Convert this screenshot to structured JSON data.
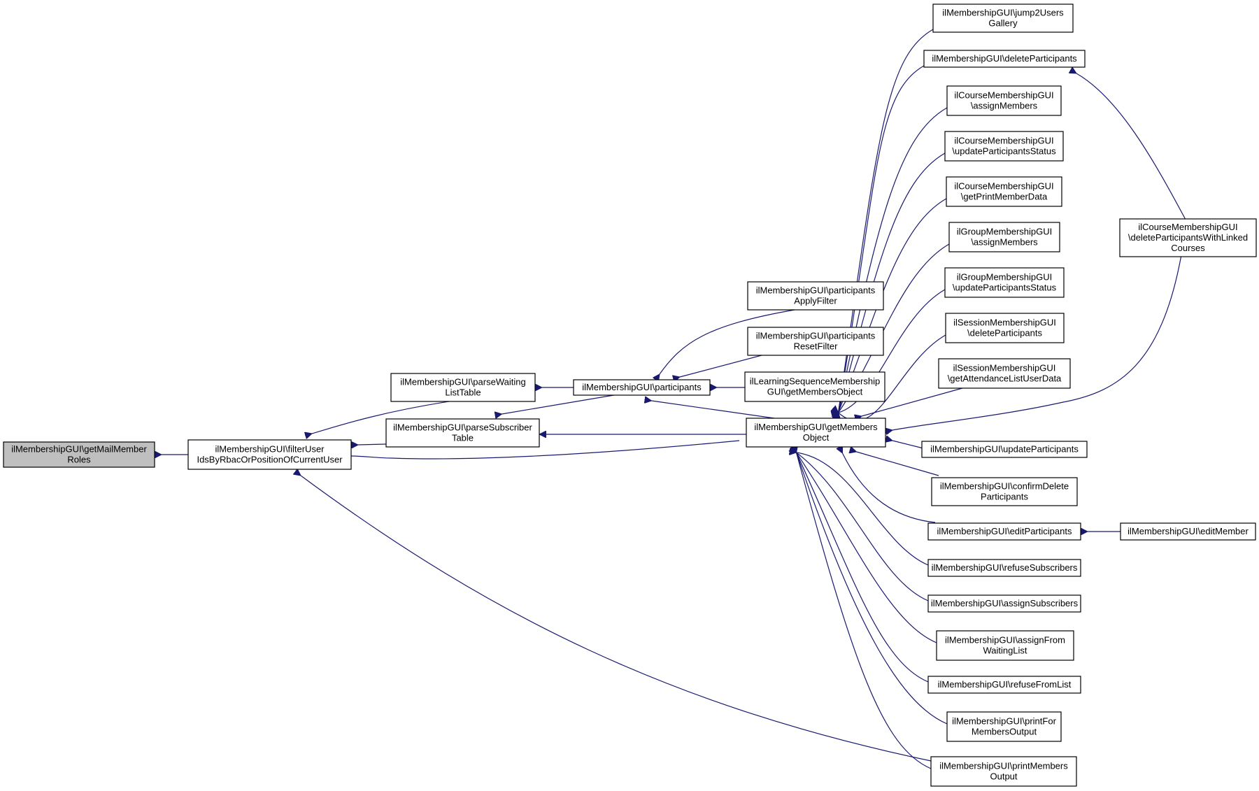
{
  "colors": {
    "edge": "#191970",
    "root_fill": "#bfbfbf",
    "node_fill": "#ffffff",
    "border": "#000000"
  },
  "nodes": [
    {
      "id": "getMailMemberRoles",
      "lines": [
        "ilMembershipGUI\\getMailMember",
        "Roles"
      ],
      "root": true
    },
    {
      "id": "filterUser",
      "lines": [
        "ilMembershipGUI\\filterUser",
        "IdsByRbacOrPositionOfCurrentUser"
      ]
    },
    {
      "id": "parseWaiting",
      "lines": [
        "ilMembershipGUI\\parseWaiting",
        "ListTable"
      ]
    },
    {
      "id": "parseSubscriber",
      "lines": [
        "ilMembershipGUI\\parseSubscriber",
        "Table"
      ]
    },
    {
      "id": "participants",
      "lines": [
        "ilMembershipGUI\\participants"
      ]
    },
    {
      "id": "applyFilter",
      "lines": [
        "ilMembershipGUI\\participants",
        "ApplyFilter"
      ]
    },
    {
      "id": "resetFilter",
      "lines": [
        "ilMembershipGUI\\participants",
        "ResetFilter"
      ]
    },
    {
      "id": "lsGetMembers",
      "lines": [
        "ilLearningSequenceMembership",
        "GUI\\getMembersObject"
      ]
    },
    {
      "id": "getMembersObject",
      "lines": [
        "ilMembershipGUI\\getMembers",
        "Object"
      ]
    },
    {
      "id": "jump2Users",
      "lines": [
        "ilMembershipGUI\\jump2Users",
        "Gallery"
      ]
    },
    {
      "id": "deleteParticipants",
      "lines": [
        "ilMembershipGUI\\deleteParticipants"
      ]
    },
    {
      "id": "crsAssign",
      "lines": [
        "ilCourseMembershipGUI",
        "\\assignMembers"
      ]
    },
    {
      "id": "crsUpdateStatus",
      "lines": [
        "ilCourseMembershipGUI",
        "\\updateParticipantsStatus"
      ]
    },
    {
      "id": "crsPrint",
      "lines": [
        "ilCourseMembershipGUI",
        "\\getPrintMemberData"
      ]
    },
    {
      "id": "grpAssign",
      "lines": [
        "ilGroupMembershipGUI",
        "\\assignMembers"
      ]
    },
    {
      "id": "grpUpdateStatus",
      "lines": [
        "ilGroupMembershipGUI",
        "\\updateParticipantsStatus"
      ]
    },
    {
      "id": "sessDelete",
      "lines": [
        "ilSessionMembershipGUI",
        "\\deleteParticipants"
      ]
    },
    {
      "id": "sessAttendance",
      "lines": [
        "ilSessionMembershipGUI",
        "\\getAttendanceListUserData"
      ]
    },
    {
      "id": "crsDeleteLinked",
      "lines": [
        "ilCourseMembershipGUI",
        "\\deleteParticipantsWithLinked",
        "Courses"
      ]
    },
    {
      "id": "updateParticipants",
      "lines": [
        "ilMembershipGUI\\updateParticipants"
      ]
    },
    {
      "id": "confirmDelete",
      "lines": [
        "ilMembershipGUI\\confirmDelete",
        "Participants"
      ]
    },
    {
      "id": "editParticipants",
      "lines": [
        "ilMembershipGUI\\editParticipants"
      ]
    },
    {
      "id": "editMember",
      "lines": [
        "ilMembershipGUI\\editMember"
      ]
    },
    {
      "id": "refuseSubscribers",
      "lines": [
        "ilMembershipGUI\\refuseSubscribers"
      ]
    },
    {
      "id": "assignSubscribers",
      "lines": [
        "ilMembershipGUI\\assignSubscribers"
      ]
    },
    {
      "id": "assignFromWaiting",
      "lines": [
        "ilMembershipGUI\\assignFrom",
        "WaitingList"
      ]
    },
    {
      "id": "refuseFromList",
      "lines": [
        "ilMembershipGUI\\refuseFromList"
      ]
    },
    {
      "id": "printForMembers",
      "lines": [
        "ilMembershipGUI\\printFor",
        "MembersOutput"
      ]
    },
    {
      "id": "printMembersOutput",
      "lines": [
        "ilMembershipGUI\\printMembers",
        "Output"
      ]
    }
  ],
  "edges": [
    {
      "from": "filterUser",
      "to": "getMailMemberRoles"
    },
    {
      "from": "parseWaiting",
      "to": "filterUser"
    },
    {
      "from": "parseSubscriber",
      "to": "filterUser"
    },
    {
      "from": "printMembersOutput",
      "to": "filterUser"
    },
    {
      "from": "participants",
      "to": "parseWaiting"
    },
    {
      "from": "participants",
      "to": "parseSubscriber"
    },
    {
      "from": "applyFilter",
      "to": "participants"
    },
    {
      "from": "resetFilter",
      "to": "participants"
    },
    {
      "from": "lsGetMembers",
      "to": "participants"
    },
    {
      "from": "getMembersObject",
      "to": "participants"
    },
    {
      "from": "getMembersObject",
      "to": "parseSubscriber"
    },
    {
      "from": "getMembersObject",
      "to": "filterUser"
    },
    {
      "from": "jump2Users",
      "to": "getMembersObject"
    },
    {
      "from": "deleteParticipants",
      "to": "getMembersObject"
    },
    {
      "from": "crsAssign",
      "to": "getMembersObject"
    },
    {
      "from": "crsUpdateStatus",
      "to": "getMembersObject"
    },
    {
      "from": "crsPrint",
      "to": "getMembersObject"
    },
    {
      "from": "grpAssign",
      "to": "getMembersObject"
    },
    {
      "from": "grpUpdateStatus",
      "to": "getMembersObject"
    },
    {
      "from": "sessDelete",
      "to": "getMembersObject"
    },
    {
      "from": "sessAttendance",
      "to": "getMembersObject"
    },
    {
      "from": "crsDeleteLinked",
      "to": "getMembersObject"
    },
    {
      "from": "crsDeleteLinked",
      "to": "deleteParticipants"
    },
    {
      "from": "updateParticipants",
      "to": "getMembersObject"
    },
    {
      "from": "confirmDelete",
      "to": "getMembersObject"
    },
    {
      "from": "editParticipants",
      "to": "getMembersObject"
    },
    {
      "from": "editMember",
      "to": "editParticipants"
    },
    {
      "from": "refuseSubscribers",
      "to": "getMembersObject"
    },
    {
      "from": "assignSubscribers",
      "to": "getMembersObject"
    },
    {
      "from": "assignFromWaiting",
      "to": "getMembersObject"
    },
    {
      "from": "refuseFromList",
      "to": "getMembersObject"
    },
    {
      "from": "printForMembers",
      "to": "getMembersObject"
    },
    {
      "from": "printMembersOutput",
      "to": "getMembersObject"
    }
  ]
}
